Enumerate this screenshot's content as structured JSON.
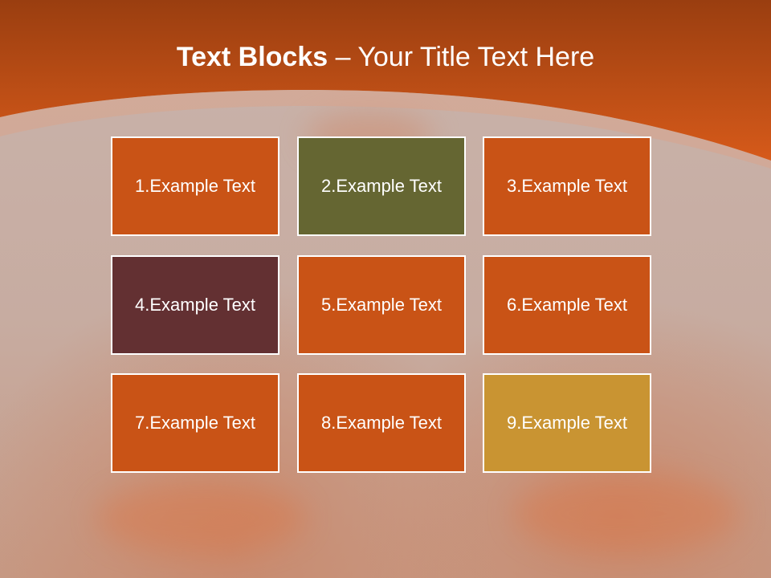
{
  "title": {
    "bold": "Text Blocks",
    "dash": " – ",
    "rest": "Your Title Text Here"
  },
  "colors": {
    "header_top": "#9a3e10",
    "header_bottom": "#d65a1a",
    "block_orange": "#c95316",
    "block_olive": "#656632",
    "block_maroon": "#633032",
    "block_gold": "#c99432",
    "background": "#c9b3ab"
  },
  "blocks": [
    {
      "label": "1.Example Text",
      "color": "#c95316"
    },
    {
      "label": "2.Example Text",
      "color": "#656632"
    },
    {
      "label": "3.Example Text",
      "color": "#c95316"
    },
    {
      "label": "4.Example Text",
      "color": "#633032"
    },
    {
      "label": "5.Example Text",
      "color": "#c95316"
    },
    {
      "label": "6.Example Text",
      "color": "#c95316"
    },
    {
      "label": "7.Example Text",
      "color": "#c95316"
    },
    {
      "label": "8.Example Text",
      "color": "#c95316"
    },
    {
      "label": "9.Example Text",
      "color": "#c99432"
    }
  ]
}
